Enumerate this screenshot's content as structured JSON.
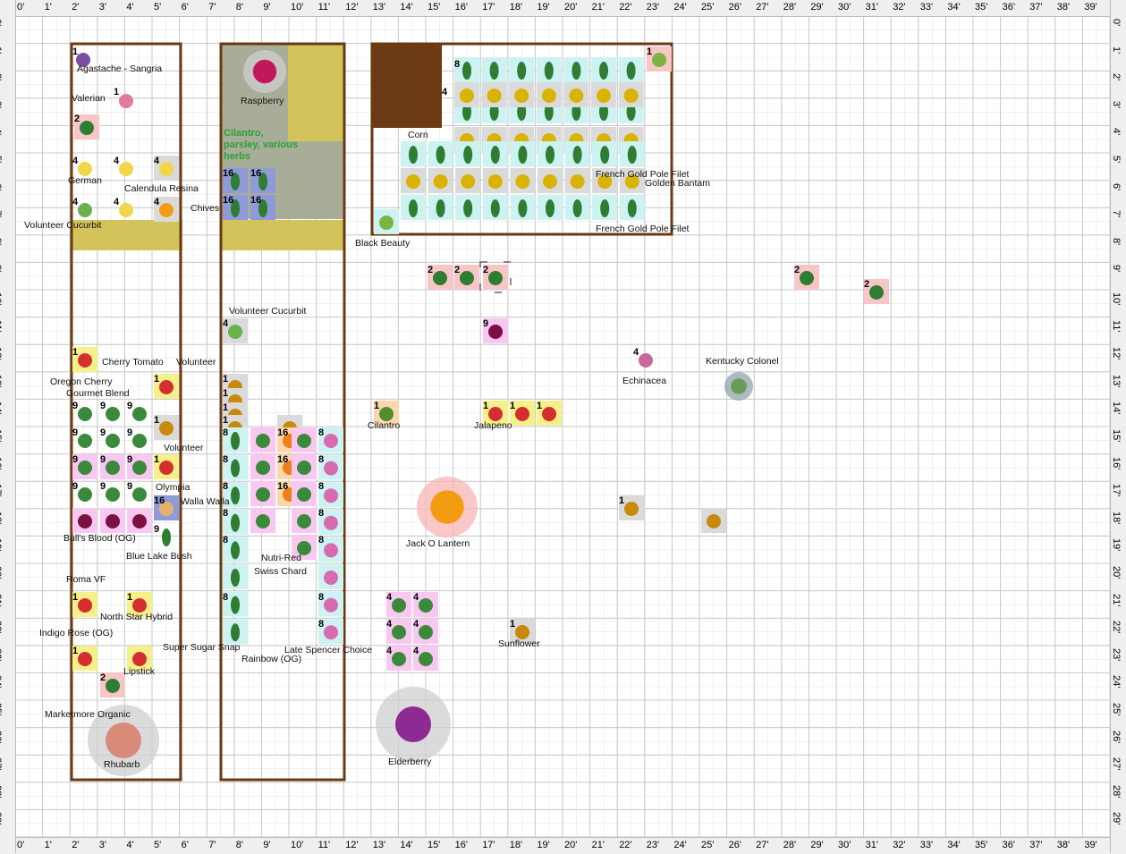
{
  "ruler": {
    "x_labels": [
      "0'",
      "1'",
      "2'",
      "3'",
      "4'",
      "5'",
      "6'",
      "7'",
      "8'",
      "9'",
      "10'",
      "11'",
      "12'",
      "13'",
      "14'",
      "15'",
      "16'",
      "17'",
      "18'",
      "19'",
      "20'",
      "21'",
      "22'",
      "23'",
      "24'",
      "25'",
      "26'",
      "27'",
      "28'",
      "29'",
      "30'",
      "31'",
      "32'",
      "33'",
      "34'",
      "35'",
      "36'",
      "37'",
      "38'",
      "39'"
    ],
    "y_labels": [
      "0'",
      "1'",
      "2'",
      "3'",
      "4'",
      "5'",
      "6'",
      "7'",
      "8'",
      "9'",
      "10'",
      "11'",
      "12'",
      "13'",
      "14'",
      "15'",
      "16'",
      "17'",
      "18'",
      "19'",
      "20'",
      "21'",
      "22'",
      "23'",
      "24'",
      "25'",
      "26'",
      "27'",
      "28'",
      "29'"
    ]
  },
  "colors": {
    "bed_border": "#6b3a12",
    "grid_minor": "#dcdcdc",
    "grid_major": "#c4c4c4",
    "herb_area": "#a8ad98",
    "yellow_strip": "#d2c35a",
    "dark_soil": "#6b3a12",
    "herb_text": "#2aa039",
    "tile_green": "#ccf2f2",
    "tile_pink": "#f9c8f2",
    "tile_gray": "#dadada",
    "tile_yellow": "#f6f08a",
    "tile_red": "#f8c6c6",
    "tile_orange": "#fbd7a9",
    "tile_blue": "#8e9bd8"
  },
  "herb_area_label": "Cilantro, parsley, various herbs",
  "plant_labels": [
    "Agastache - Sangria",
    "Valerian",
    "German",
    "Calendula Resina",
    "Chives",
    "Volunteer Cucurbit",
    "Raspberry",
    "Corn",
    "French Gold Pole Filet",
    "Golden Bantam",
    "French Gold Pole Filet",
    "Black Beauty",
    "Volunteer Cucurbit",
    "Cherry Tomato",
    "Volunteer",
    "Oregon Cherry",
    "Gourmet Blend",
    "Volunteer",
    "Olympia",
    "Walla Walla",
    "Bull's Blood (OG)",
    "Blue Lake Bush",
    "Nutri-Red",
    "Swiss Chard",
    "Roma VF",
    "North Star Hybrid",
    "Indigo Rose (OG)",
    "Super Sugar Snap",
    "Rainbow (OG)",
    "Late Spencer Choice",
    "Lipstick",
    "Marketmore Organic",
    "Rhubarb",
    "Cilantro",
    "Jalapeno",
    "Jack O Lantern",
    "Echinacea",
    "Kentucky Colonel",
    "Sunflower",
    "Elderberry"
  ],
  "plant_counts": [
    "1",
    "1",
    "2",
    "4",
    "4",
    "4",
    "4",
    "4",
    "4",
    "16",
    "16",
    "16",
    "16",
    "8",
    "4",
    "1",
    "4",
    "1",
    "1",
    "1",
    "1",
    "1",
    "1",
    "9",
    "9",
    "9",
    "9",
    "9",
    "9",
    "9",
    "9",
    "9",
    "9",
    "9",
    "9",
    "16",
    "9",
    "1",
    "1",
    "1",
    "2",
    "1",
    "1",
    "2",
    "2",
    "2",
    "2",
    "2",
    "9",
    "4",
    "1",
    "1",
    "1",
    "1",
    "1",
    "4",
    "4",
    "4",
    "4",
    "4",
    "4",
    "1",
    "16",
    "16",
    "16",
    "8",
    "8",
    "8",
    "8",
    "8",
    "8",
    "8",
    "8",
    "8",
    "8",
    "8",
    "8",
    "8"
  ]
}
